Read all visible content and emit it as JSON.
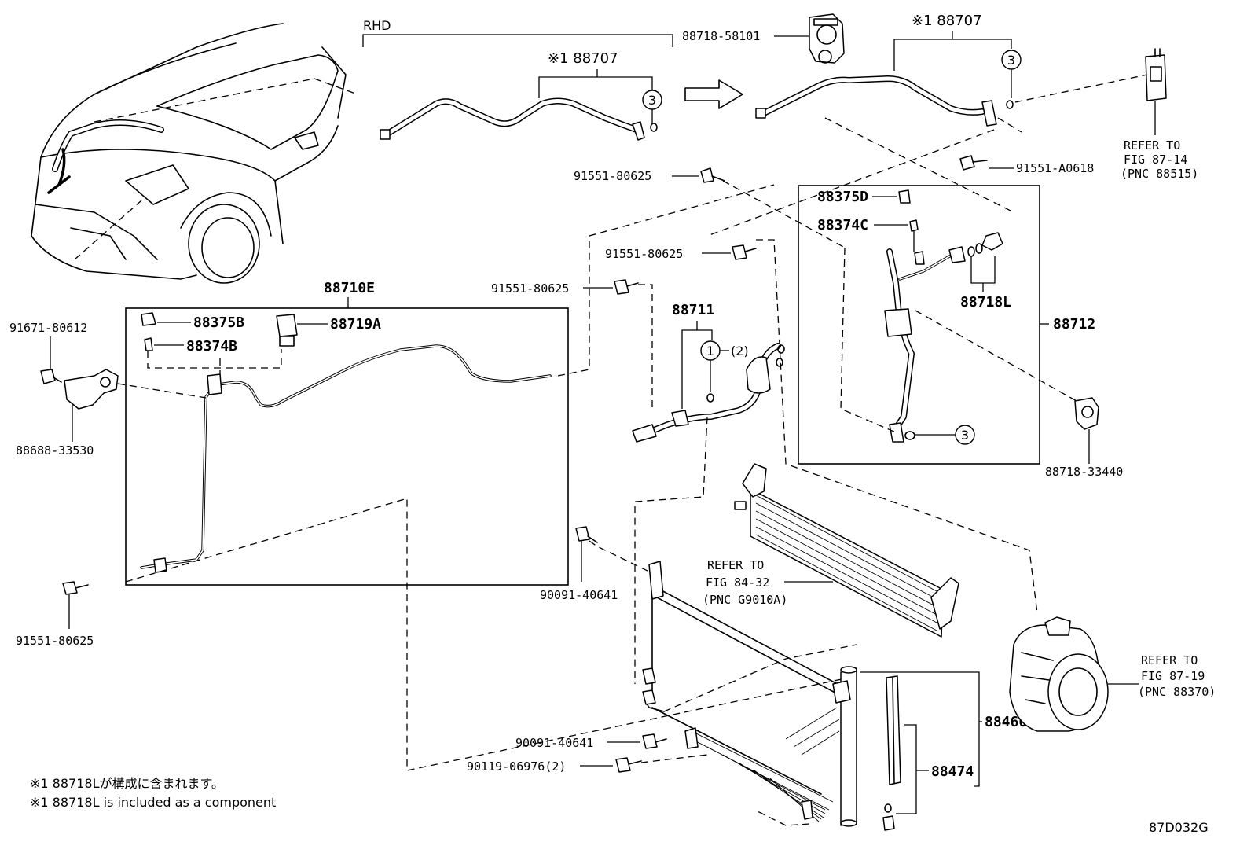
{
  "diagram_code": "87D032G",
  "header": {
    "rhd": "RHD"
  },
  "parts": {
    "p88707_left": "※1 88707",
    "p88707_right": "※1 88707",
    "p88718_58101": "88718-58101",
    "p91551_a0618": "91551-A0618",
    "p91551_80625_top": "91551-80625",
    "p91551_80625_mid": "91551-80625",
    "p91551_80625_left": "91551-80625",
    "p91551_80625_bottom": "91551-80625",
    "p88375d": "88375D",
    "p88374c": "88374C",
    "p88718l": "88718L",
    "p88712": "88712",
    "p88718_33440": "88718-33440",
    "p88710e": "88710E",
    "p88375b": "88375B",
    "p88374b": "88374B",
    "p88719a": "88719A",
    "p91671_80612": "91671-80612",
    "p88688_33530": "88688-33530",
    "p88711": "88711",
    "p_qty2": "(2)",
    "p90091_40641_a": "90091-40641",
    "p90091_40641_b": "90091-40641",
    "p90119_06976": "90119-06976(2)",
    "p88460": "88460",
    "p88474": "88474"
  },
  "markers": {
    "one": "1",
    "three_a": "3",
    "three_b": "3",
    "three_c": "3"
  },
  "refs": {
    "r87_14": {
      "l1": "REFER TO",
      "l2": "FIG 87-14",
      "l3": "(PNC 88515)"
    },
    "r84_32": {
      "l1": "REFER TO",
      "l2": "FIG 84-32",
      "l3": "(PNC G9010A)"
    },
    "r87_19": {
      "l1": "REFER TO",
      "l2": "FIG 87-19",
      "l3": "(PNC 88370)"
    }
  },
  "notes": {
    "jp": "※1 88718Lが構成に含まれます。",
    "en": "※1 88718L is included as a component"
  }
}
